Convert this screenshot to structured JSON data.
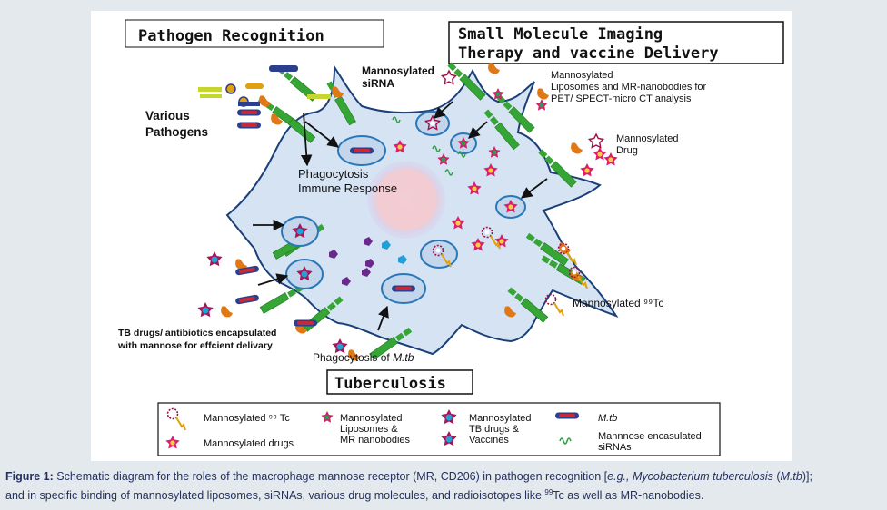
{
  "diagram": {
    "titles": {
      "pathogen_recognition": "Pathogen Recognition",
      "small_molecule_line1": "Small Molecule Imaging",
      "small_molecule_line2": "Therapy and vaccine Delivery",
      "tuberculosis": "Tuberculosis"
    },
    "labels": {
      "mannosylated_sirna_1": "Mannosylated",
      "mannosylated_sirna_2": "siRNA",
      "various_pathogens_1": "Various",
      "various_pathogens_2": "Pathogens",
      "phagocytosis_1": "Phagocytosis",
      "phagocytosis_2": "Immune Response",
      "liposomes_1": "Mannosylated",
      "liposomes_2": "Liposomes and MR-nanobodies for",
      "liposomes_3": "PET/ SPECT-micro CT analysis",
      "drug_1": "Mannosylated",
      "drug_2": "Drug",
      "tc_label": "Mannosylated ⁹⁹Tc",
      "tb_drugs_1": "TB drugs/ antibiotics encapsulated",
      "tb_drugs_2": "with mannose for effcient delivary",
      "phago_mtb_prefix": "Phagocytosis of ",
      "phago_mtb_italic": "M.tb"
    },
    "legend": {
      "tc": "Mannosylated ⁹⁹ Tc",
      "drugs": "Mannosylated drugs",
      "lipo_1": "Mannosylated",
      "lipo_2": "Liposomes &",
      "lipo_3": "MR nanobodies",
      "tbd_1": "Mannosylated",
      "tbd_2": "TB drugs &",
      "tbd_3": "Vaccines",
      "mtb": "M.tb",
      "sirna_1": "Mannnose encasulated",
      "sirna_2": "siRNAs"
    }
  },
  "caption": {
    "label": "Figure 1:",
    "text_1": " Schematic diagram for the roles of the macrophage mannose receptor (MR, CD206) in pathogen recognition [",
    "eg": "e.g., Mycobacterium tuberculosis",
    "text_2": " (",
    "mtb": "M.tb",
    "text_3": ")];",
    "line2_a": "and in specific binding of mannosylated liposomes, siRNAs, various drug molecules, and radioisotopes like ",
    "sup": "99",
    "line2_b": "Tc as well as MR-nanobodies."
  },
  "colors": {
    "cell_fill": "#d5e3f3",
    "cell_stroke": "#1b3f78",
    "nucleus": "#f0c8cf",
    "receptor": "#35a535",
    "mannose": "#e07818",
    "pathogen_red": "#c62a3a",
    "pathogen_blue": "#2b3f8c",
    "star_pink": "#e21c6c",
    "star_yellow": "#f2d23a",
    "vesicle": "#2a77b8",
    "accent_blue": "#24315e"
  }
}
